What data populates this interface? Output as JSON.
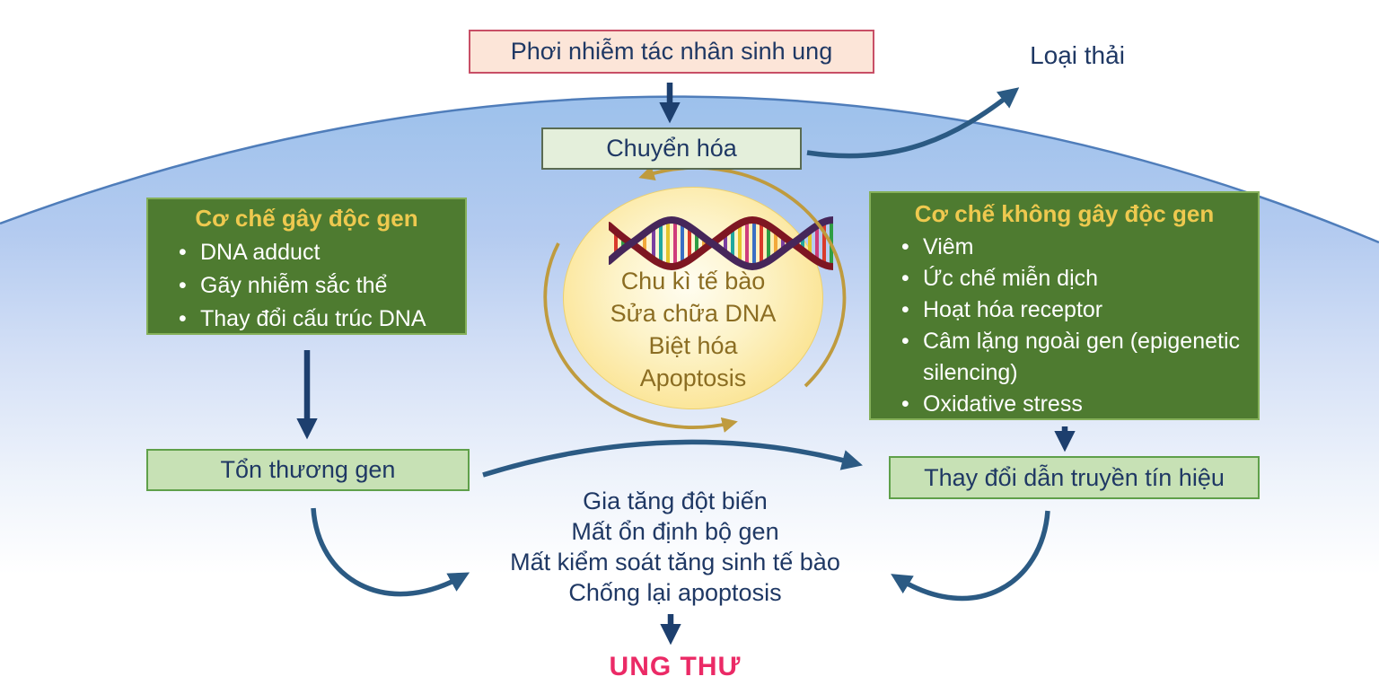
{
  "labels": {
    "exposure": "Phơi nhiễm tác nhân sinh ung",
    "metabolism": "Chuyển hóa",
    "elimination": "Loại thải",
    "gene_damage": "Tổn thương gen",
    "signal_change": "Thay đổi dẫn truyền tín hiệu",
    "cancer": "UNG THƯ"
  },
  "genotoxic_box": {
    "title": "Cơ chế gây độc gen",
    "items": [
      "DNA adduct",
      "Gãy nhiễm sắc thể",
      "Thay đổi cấu trúc DNA"
    ]
  },
  "nongenotoxic_box": {
    "title": "Cơ chế không gây độc gen",
    "items": [
      "Viêm",
      "Ức chế miễn dịch",
      "Hoạt hóa receptor",
      "Câm lặng ngoài gen (epigenetic silencing)",
      "Oxidative stress"
    ]
  },
  "cell_cycle_circle": {
    "lines": [
      "Chu kì tế bào",
      "Sửa chữa DNA",
      "Biệt hóa",
      "Apoptosis"
    ]
  },
  "consequences": {
    "lines": [
      "Gia tăng đột biến",
      "Mất ổn định bộ gen",
      "Mất kiểm soát tăng sinh tế bào",
      "Chống lại apoptosis"
    ]
  },
  "icons": {
    "dna_helix": "dna-helix-icon",
    "cycle_arrows": "circular-cycle-arrows-icon"
  },
  "colors": {
    "membrane_blue": "#9bc0eb",
    "membrane_edge": "#4f7dba",
    "dark_green_box": "#4e7b30",
    "dark_green_border": "#85b05a",
    "title_gold": "#eec94f",
    "light_green_fill": "#c7e1b5",
    "light_green_border": "#5fa04a",
    "metabolism_fill": "#e4efdb",
    "exposure_fill": "#fce5d8",
    "exposure_border": "#c84f66",
    "navy_text": "#1f3864",
    "arrow_navy": "#1d3f6e",
    "arrow_steel": "#2b5a83",
    "cycle_gold": "#bf9b3e",
    "nucleus_yellow": "#fbe598",
    "cancer_pink": "#eb2a66"
  }
}
